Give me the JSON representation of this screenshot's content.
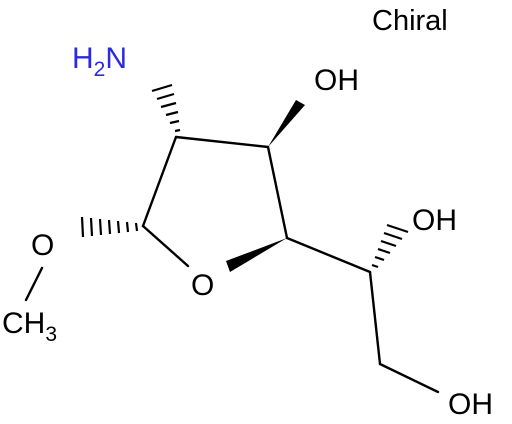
{
  "molecule": {
    "stereo_label": "Chiral",
    "atoms": {
      "amino": {
        "main": "H",
        "sub": "2",
        "rest": "N",
        "color": "#2b2bdd"
      },
      "hydroxyl_ring": {
        "text": "OH"
      },
      "ring_oxygen": {
        "text": "O"
      },
      "methoxy_oxygen": {
        "text": "O"
      },
      "methyl": {
        "main": "CH",
        "sub": "3"
      },
      "hydroxyl_side": {
        "text": "OH"
      },
      "hydroxyl_terminal": {
        "text": "OH"
      }
    },
    "colors": {
      "bond": "#000000",
      "heteroatom_default": "#000000",
      "nitrogen": "#2b2bdd"
    }
  }
}
